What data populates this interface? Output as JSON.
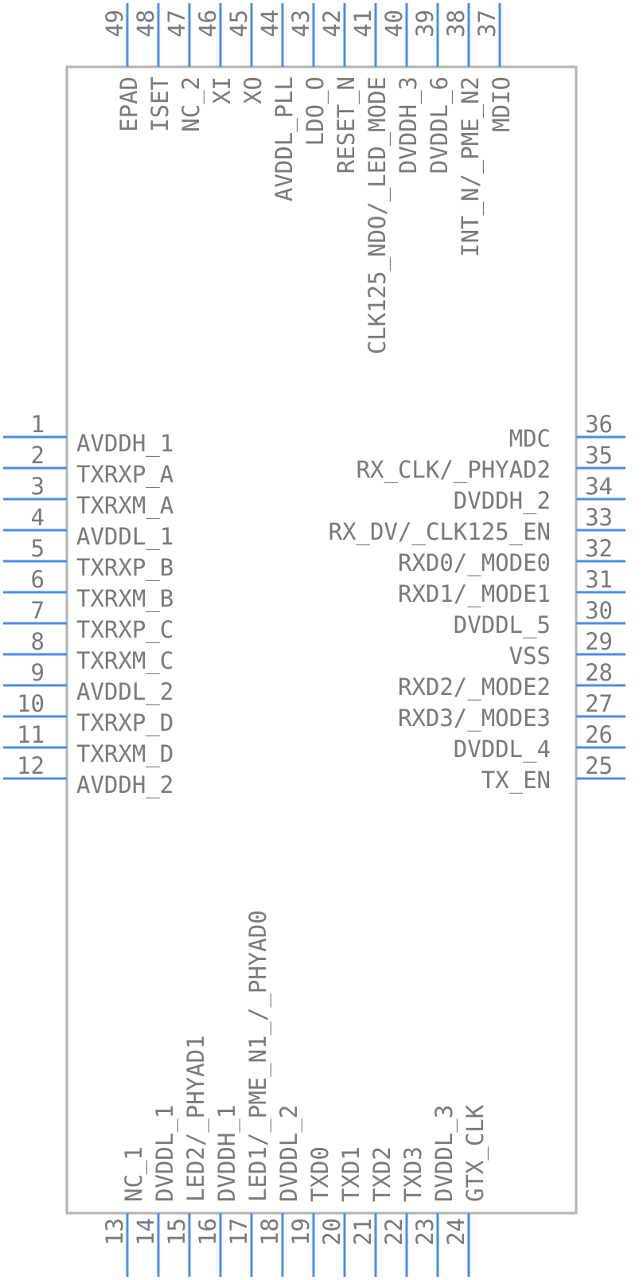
{
  "colors": {
    "pin": "#4a8ee8",
    "body_outline": "#b3b3b3",
    "text": "#7a7a7a"
  },
  "left_pins": [
    {
      "num": "1",
      "name": "AVDDH_1"
    },
    {
      "num": "2",
      "name": "TXRXP_A"
    },
    {
      "num": "3",
      "name": "TXRXM_A"
    },
    {
      "num": "4",
      "name": "AVDDL_1"
    },
    {
      "num": "5",
      "name": "TXRXP_B"
    },
    {
      "num": "6",
      "name": "TXRXM_B"
    },
    {
      "num": "7",
      "name": "TXRXP_C"
    },
    {
      "num": "8",
      "name": "TXRXM_C"
    },
    {
      "num": "9",
      "name": "AVDDL_2"
    },
    {
      "num": "10",
      "name": "TXRXP_D"
    },
    {
      "num": "11",
      "name": "TXRXM_D"
    },
    {
      "num": "12",
      "name": "AVDDH_2"
    }
  ],
  "right_pins": [
    {
      "num": "36",
      "name": "MDC"
    },
    {
      "num": "35",
      "name": "RX_CLK/_PHYAD2"
    },
    {
      "num": "34",
      "name": "DVDDH_2"
    },
    {
      "num": "33",
      "name": "RX_DV/_CLK125_EN"
    },
    {
      "num": "32",
      "name": "RXD0/_MODE0"
    },
    {
      "num": "31",
      "name": "RXD1/_MODE1"
    },
    {
      "num": "30",
      "name": "DVDDL_5"
    },
    {
      "num": "29",
      "name": "VSS"
    },
    {
      "num": "28",
      "name": "RXD2/_MODE2"
    },
    {
      "num": "27",
      "name": "RXD3/_MODE3"
    },
    {
      "num": "26",
      "name": "DVDDL_4"
    },
    {
      "num": "25",
      "name": "TX_EN"
    }
  ],
  "top_pins": [
    {
      "num": "49",
      "name": "EPAD"
    },
    {
      "num": "48",
      "name": "ISET"
    },
    {
      "num": "47",
      "name": "NC_2"
    },
    {
      "num": "46",
      "name": "XI"
    },
    {
      "num": "45",
      "name": "XO"
    },
    {
      "num": "44",
      "name": "AVDDL_PLL"
    },
    {
      "num": "43",
      "name": "LDO_O"
    },
    {
      "num": "42",
      "name": "RESET_N"
    },
    {
      "num": "41",
      "name": "CLK125_NDO/_LED_MODE"
    },
    {
      "num": "40",
      "name": "DVDDH_3"
    },
    {
      "num": "39",
      "name": "DVDDL_6"
    },
    {
      "num": "38",
      "name": "INT_N/_PME_N2"
    },
    {
      "num": "37",
      "name": "MDIO"
    }
  ],
  "bottom_pins": [
    {
      "num": "13",
      "name": "NC_1"
    },
    {
      "num": "14",
      "name": "DVDDL_1"
    },
    {
      "num": "15",
      "name": "LED2/_PHYAD1"
    },
    {
      "num": "16",
      "name": "DVDDH_1"
    },
    {
      "num": "17",
      "name": "LED1/_PME_N1_/_PHYAD0"
    },
    {
      "num": "18",
      "name": "DVDDL_2"
    },
    {
      "num": "19",
      "name": "TXD0"
    },
    {
      "num": "20",
      "name": "TXD1"
    },
    {
      "num": "21",
      "name": "TXD2"
    },
    {
      "num": "22",
      "name": "TXD3"
    },
    {
      "num": "23",
      "name": "DVDDL_3"
    },
    {
      "num": "24",
      "name": "GTX_CLK"
    }
  ]
}
